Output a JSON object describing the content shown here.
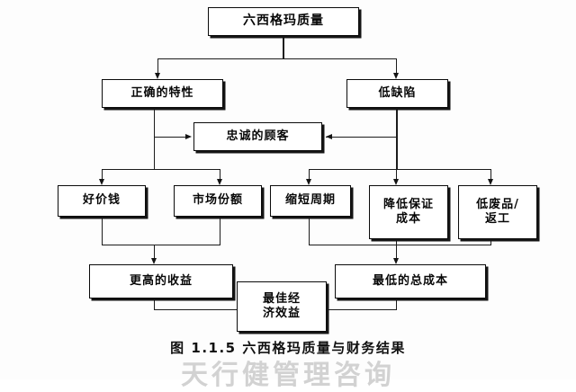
{
  "figure": {
    "caption": "图 1.1.5  六西格玛质量与财务结果",
    "watermark": "天行健管理咨询",
    "line_color": "#1c1c1c",
    "box_border_color": "#111111",
    "box_fill_color": "#ffffff",
    "watermark_color": "#d2d2d2"
  },
  "nodes": {
    "six_sigma_quality": {
      "label": "六西格玛质量"
    },
    "correct_features": {
      "label": "正确的特性"
    },
    "low_defects": {
      "label": "低缺陷"
    },
    "loyal_customers": {
      "label": "忠诚的顾客"
    },
    "good_price": {
      "label": "好价钱"
    },
    "market_share": {
      "label": "市场份额"
    },
    "shorter_cycle": {
      "label": "缩短周期"
    },
    "lower_warranty_cost": {
      "label": "降低保证\n成本"
    },
    "less_scrap_rework": {
      "label": "低废品/\n返工"
    },
    "higher_revenue": {
      "label": "更高的收益"
    },
    "lowest_total_cost": {
      "label": "最低的总成本"
    },
    "best_economic_benefit": {
      "label": "最佳经\n济效益"
    }
  },
  "chart_data": {
    "type": "diagram",
    "title": "图 1.1.5  六西格玛质量与财务结果",
    "levels": [
      [
        "六西格玛质量"
      ],
      [
        "正确的特性",
        "低缺陷"
      ],
      [
        "忠诚的顾客"
      ],
      [
        "好价钱",
        "市场份额",
        "缩短周期",
        "降低保证成本",
        "低废品/返工"
      ],
      [
        "更高的收益",
        "最佳经济效益",
        "最低的总成本"
      ]
    ],
    "edges": [
      {
        "from": "六西格玛质量",
        "to": "正确的特性"
      },
      {
        "from": "六西格玛质量",
        "to": "低缺陷"
      },
      {
        "from": "正确的特性",
        "to": "忠诚的顾客"
      },
      {
        "from": "低缺陷",
        "to": "忠诚的顾客"
      },
      {
        "from": "正确的特性",
        "to": "好价钱"
      },
      {
        "from": "正确的特性",
        "to": "市场份额"
      },
      {
        "from": "低缺陷",
        "to": "缩短周期"
      },
      {
        "from": "低缺陷",
        "to": "降低保证成本"
      },
      {
        "from": "低缺陷",
        "to": "低废品/返工"
      },
      {
        "from": "好价钱",
        "to": "更高的收益"
      },
      {
        "from": "市场份额",
        "to": "更高的收益"
      },
      {
        "from": "缩短周期",
        "to": "最低的总成本"
      },
      {
        "from": "降低保证成本",
        "to": "最低的总成本"
      },
      {
        "from": "低废品/返工",
        "to": "最低的总成本"
      },
      {
        "from": "更高的收益",
        "to": "最佳经济效益"
      },
      {
        "from": "最低的总成本",
        "to": "最佳经济效益"
      }
    ]
  }
}
